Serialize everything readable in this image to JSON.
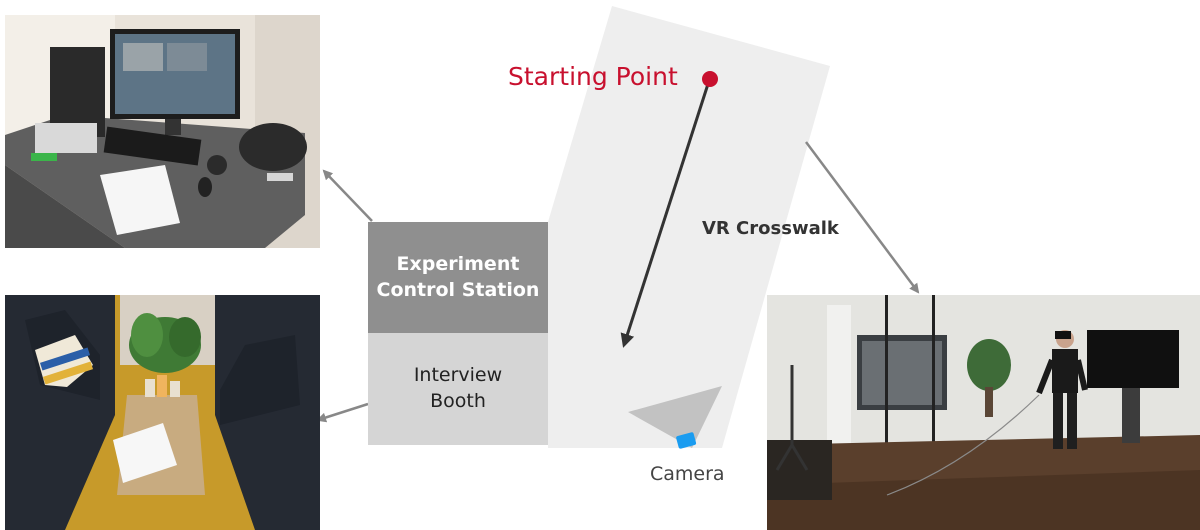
{
  "labels": {
    "starting_point": "Starting Point",
    "vr_crosswalk": "VR Crosswalk",
    "camera": "Camera",
    "experiment_control_station": "Experiment\nControl Station",
    "interview_booth": "Interview\nBooth"
  },
  "colors": {
    "start_point": "#c8102e",
    "crosswalk_area": "#eeeeee",
    "station_box": "#8f8f8f",
    "booth_box": "#d5d5d5",
    "camera": "#1a9cf0",
    "arrow": "#888888",
    "walk_arrow": "#333333"
  },
  "photos": [
    {
      "name": "control-station-photo",
      "subject": "desk with computer monitor, keyboard and papers"
    },
    {
      "name": "interview-booth-photo",
      "subject": "booth with sofas, table and plant"
    },
    {
      "name": "vr-room-photo",
      "subject": "participant wearing VR headset in room"
    }
  ]
}
